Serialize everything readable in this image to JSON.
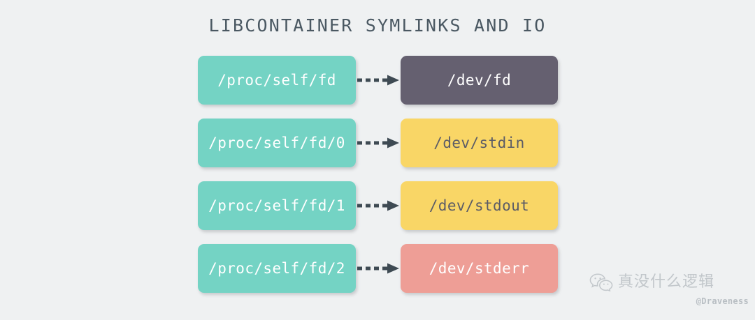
{
  "title": "LIBCONTAINER SYMLINKS AND IO",
  "colors": {
    "background": "#eff1f2",
    "title_text": "#4a5862",
    "teal": "#74d3c4",
    "dark_gray": "#656070",
    "yellow": "#f9d666",
    "salmon": "#ee9e96",
    "arrow": "#3e4a53",
    "white_text": "#ffffff",
    "dark_text": "#5c5c66",
    "watermark_text": "#c2c7cb"
  },
  "rows": [
    {
      "source": "/proc/self/fd",
      "target": "/dev/fd",
      "source_color": "#74d3c4",
      "source_text_color": "#ffffff",
      "target_color": "#656070",
      "target_text_color": "#ffffff",
      "arrow": "dashed-arrow-right"
    },
    {
      "source": "/proc/self/fd/0",
      "target": "/dev/stdin",
      "source_color": "#74d3c4",
      "source_text_color": "#ffffff",
      "target_color": "#f9d666",
      "target_text_color": "#5c5c66",
      "arrow": "dashed-arrow-right"
    },
    {
      "source": "/proc/self/fd/1",
      "target": "/dev/stdout",
      "source_color": "#74d3c4",
      "source_text_color": "#ffffff",
      "target_color": "#f9d666",
      "target_text_color": "#5c5c66",
      "arrow": "dashed-arrow-right"
    },
    {
      "source": "/proc/self/fd/2",
      "target": "/dev/stderr",
      "source_color": "#74d3c4",
      "source_text_color": "#ffffff",
      "target_color": "#ee9e96",
      "target_text_color": "#ffffff",
      "arrow": "dashed-arrow-right"
    }
  ],
  "watermark": {
    "icon": "wechat-icon",
    "name": "真没什么逻辑",
    "handle": "@Draveness"
  }
}
